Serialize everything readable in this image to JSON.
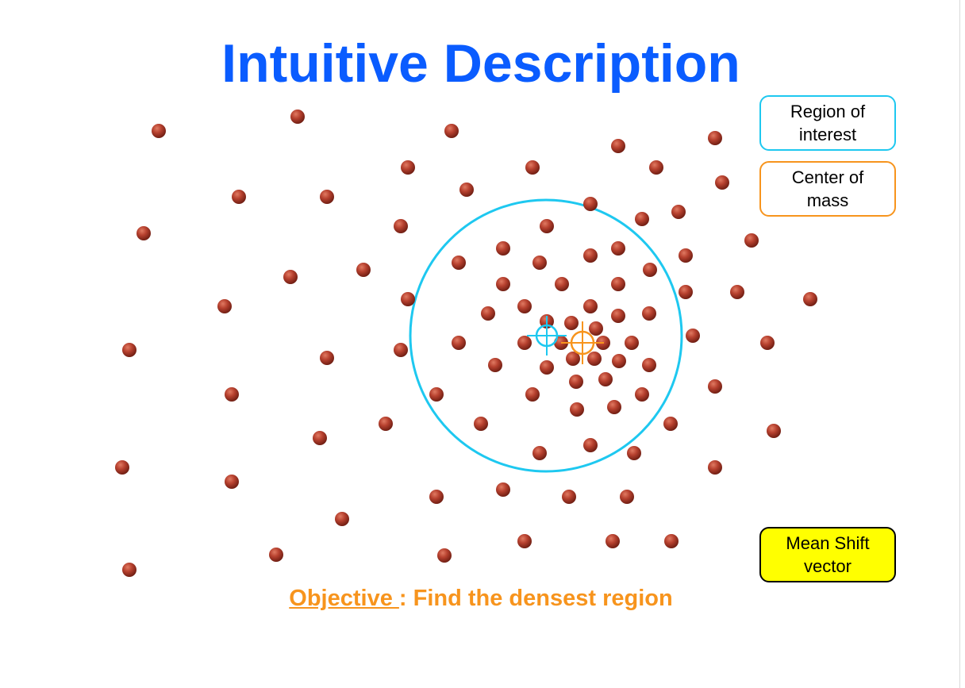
{
  "title": "Intuitive Description",
  "objective": {
    "label": "Objective ",
    "text": ": Find the densest region"
  },
  "legend": {
    "region_of_interest": "Region of interest",
    "center_of_mass": "Center of mass",
    "mean_shift_vector": "Mean Shift vector"
  },
  "colors": {
    "title": "#0a5cff",
    "region_of_interest": "#1ec8f0",
    "center_of_mass": "#f7941d",
    "mean_shift_vector": "#ffff00",
    "point": "#a8362a",
    "objective": "#f7941d"
  },
  "icons": {
    "point": "red-sphere",
    "region_center": "crosshair-circle",
    "mass_center": "crosshair-circle"
  }
}
